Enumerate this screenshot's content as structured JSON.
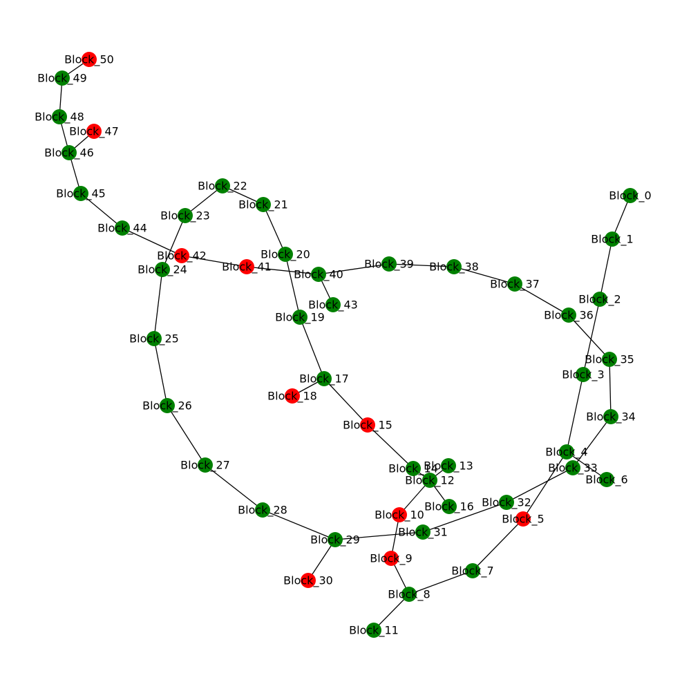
{
  "colors": {
    "ok": "#008000",
    "fault": "#ff0000",
    "edge": "#000000",
    "background": "#ffffff"
  },
  "nodes": [
    {
      "id": "Block_0",
      "label": "Block_0",
      "status": "ok"
    },
    {
      "id": "Block_1",
      "label": "Block_1",
      "status": "ok"
    },
    {
      "id": "Block_2",
      "label": "Block_2",
      "status": "ok"
    },
    {
      "id": "Block_3",
      "label": "Block_3",
      "status": "ok"
    },
    {
      "id": "Block_4",
      "label": "Block_4",
      "status": "ok"
    },
    {
      "id": "Block_5",
      "label": "Block_5",
      "status": "fault"
    },
    {
      "id": "Block_6",
      "label": "Block_6",
      "status": "ok"
    },
    {
      "id": "Block_7",
      "label": "Block_7",
      "status": "ok"
    },
    {
      "id": "Block_8",
      "label": "Block_8",
      "status": "ok"
    },
    {
      "id": "Block_9",
      "label": "Block_9",
      "status": "fault"
    },
    {
      "id": "Block_10",
      "label": "Block_10",
      "status": "fault"
    },
    {
      "id": "Block_11",
      "label": "Block_11",
      "status": "ok"
    },
    {
      "id": "Block_12",
      "label": "Block_12",
      "status": "ok"
    },
    {
      "id": "Block_13",
      "label": "Block_13",
      "status": "ok"
    },
    {
      "id": "Block_14",
      "label": "Block_14",
      "status": "ok"
    },
    {
      "id": "Block_15",
      "label": "Block_15",
      "status": "fault"
    },
    {
      "id": "Block_16",
      "label": "Block_16",
      "status": "ok"
    },
    {
      "id": "Block_17",
      "label": "Block_17",
      "status": "ok"
    },
    {
      "id": "Block_18",
      "label": "Block_18",
      "status": "fault"
    },
    {
      "id": "Block_19",
      "label": "Block_19",
      "status": "ok"
    },
    {
      "id": "Block_20",
      "label": "Block_20",
      "status": "ok"
    },
    {
      "id": "Block_21",
      "label": "Block_21",
      "status": "ok"
    },
    {
      "id": "Block_22",
      "label": "Block_22",
      "status": "ok"
    },
    {
      "id": "Block_23",
      "label": "Block_23",
      "status": "ok"
    },
    {
      "id": "Block_24",
      "label": "Block_24",
      "status": "ok"
    },
    {
      "id": "Block_25",
      "label": "Block_25",
      "status": "ok"
    },
    {
      "id": "Block_26",
      "label": "Block_26",
      "status": "ok"
    },
    {
      "id": "Block_27",
      "label": "Block_27",
      "status": "ok"
    },
    {
      "id": "Block_28",
      "label": "Block_28",
      "status": "ok"
    },
    {
      "id": "Block_29",
      "label": "Block_29",
      "status": "ok"
    },
    {
      "id": "Block_30",
      "label": "Block_30",
      "status": "fault"
    },
    {
      "id": "Block_31",
      "label": "Block_31",
      "status": "ok"
    },
    {
      "id": "Block_32",
      "label": "Block_32",
      "status": "ok"
    },
    {
      "id": "Block_33",
      "label": "Block_33",
      "status": "ok"
    },
    {
      "id": "Block_34",
      "label": "Block_34",
      "status": "ok"
    },
    {
      "id": "Block_35",
      "label": "Block_35",
      "status": "ok"
    },
    {
      "id": "Block_36",
      "label": "Block_36",
      "status": "ok"
    },
    {
      "id": "Block_37",
      "label": "Block_37",
      "status": "ok"
    },
    {
      "id": "Block_38",
      "label": "Block_38",
      "status": "ok"
    },
    {
      "id": "Block_39",
      "label": "Block_39",
      "status": "ok"
    },
    {
      "id": "Block_40",
      "label": "Block_40",
      "status": "ok"
    },
    {
      "id": "Block_41",
      "label": "Block_41",
      "status": "fault"
    },
    {
      "id": "Block_42",
      "label": "Block_42",
      "status": "fault"
    },
    {
      "id": "Block_43",
      "label": "Block_43",
      "status": "ok"
    },
    {
      "id": "Block_44",
      "label": "Block_44",
      "status": "ok"
    },
    {
      "id": "Block_45",
      "label": "Block_45",
      "status": "ok"
    },
    {
      "id": "Block_46",
      "label": "Block_46",
      "status": "ok"
    },
    {
      "id": "Block_47",
      "label": "Block_47",
      "status": "fault"
    },
    {
      "id": "Block_48",
      "label": "Block_48",
      "status": "ok"
    },
    {
      "id": "Block_49",
      "label": "Block_49",
      "status": "ok"
    },
    {
      "id": "Block_50",
      "label": "Block_50",
      "status": "fault"
    }
  ],
  "edges": [
    [
      "Block_0",
      "Block_1"
    ],
    [
      "Block_1",
      "Block_2"
    ],
    [
      "Block_2",
      "Block_3"
    ],
    [
      "Block_3",
      "Block_4"
    ],
    [
      "Block_4",
      "Block_5"
    ],
    [
      "Block_4",
      "Block_6"
    ],
    [
      "Block_5",
      "Block_7"
    ],
    [
      "Block_7",
      "Block_8"
    ],
    [
      "Block_8",
      "Block_9"
    ],
    [
      "Block_8",
      "Block_11"
    ],
    [
      "Block_9",
      "Block_10"
    ],
    [
      "Block_10",
      "Block_12"
    ],
    [
      "Block_12",
      "Block_13"
    ],
    [
      "Block_12",
      "Block_14"
    ],
    [
      "Block_12",
      "Block_16"
    ],
    [
      "Block_14",
      "Block_15"
    ],
    [
      "Block_15",
      "Block_17"
    ],
    [
      "Block_17",
      "Block_18"
    ],
    [
      "Block_17",
      "Block_19"
    ],
    [
      "Block_19",
      "Block_20"
    ],
    [
      "Block_20",
      "Block_21"
    ],
    [
      "Block_21",
      "Block_22"
    ],
    [
      "Block_22",
      "Block_23"
    ],
    [
      "Block_23",
      "Block_24"
    ],
    [
      "Block_24",
      "Block_25"
    ],
    [
      "Block_25",
      "Block_26"
    ],
    [
      "Block_26",
      "Block_27"
    ],
    [
      "Block_27",
      "Block_28"
    ],
    [
      "Block_28",
      "Block_29"
    ],
    [
      "Block_29",
      "Block_30"
    ],
    [
      "Block_29",
      "Block_31"
    ],
    [
      "Block_31",
      "Block_32"
    ],
    [
      "Block_32",
      "Block_33"
    ],
    [
      "Block_33",
      "Block_34"
    ],
    [
      "Block_34",
      "Block_35"
    ],
    [
      "Block_35",
      "Block_36"
    ],
    [
      "Block_36",
      "Block_37"
    ],
    [
      "Block_37",
      "Block_38"
    ],
    [
      "Block_38",
      "Block_39"
    ],
    [
      "Block_39",
      "Block_40"
    ],
    [
      "Block_40",
      "Block_43"
    ],
    [
      "Block_40",
      "Block_41"
    ],
    [
      "Block_41",
      "Block_42"
    ],
    [
      "Block_42",
      "Block_44"
    ],
    [
      "Block_44",
      "Block_45"
    ],
    [
      "Block_45",
      "Block_46"
    ],
    [
      "Block_46",
      "Block_47"
    ],
    [
      "Block_46",
      "Block_48"
    ],
    [
      "Block_48",
      "Block_49"
    ],
    [
      "Block_49",
      "Block_50"
    ]
  ]
}
